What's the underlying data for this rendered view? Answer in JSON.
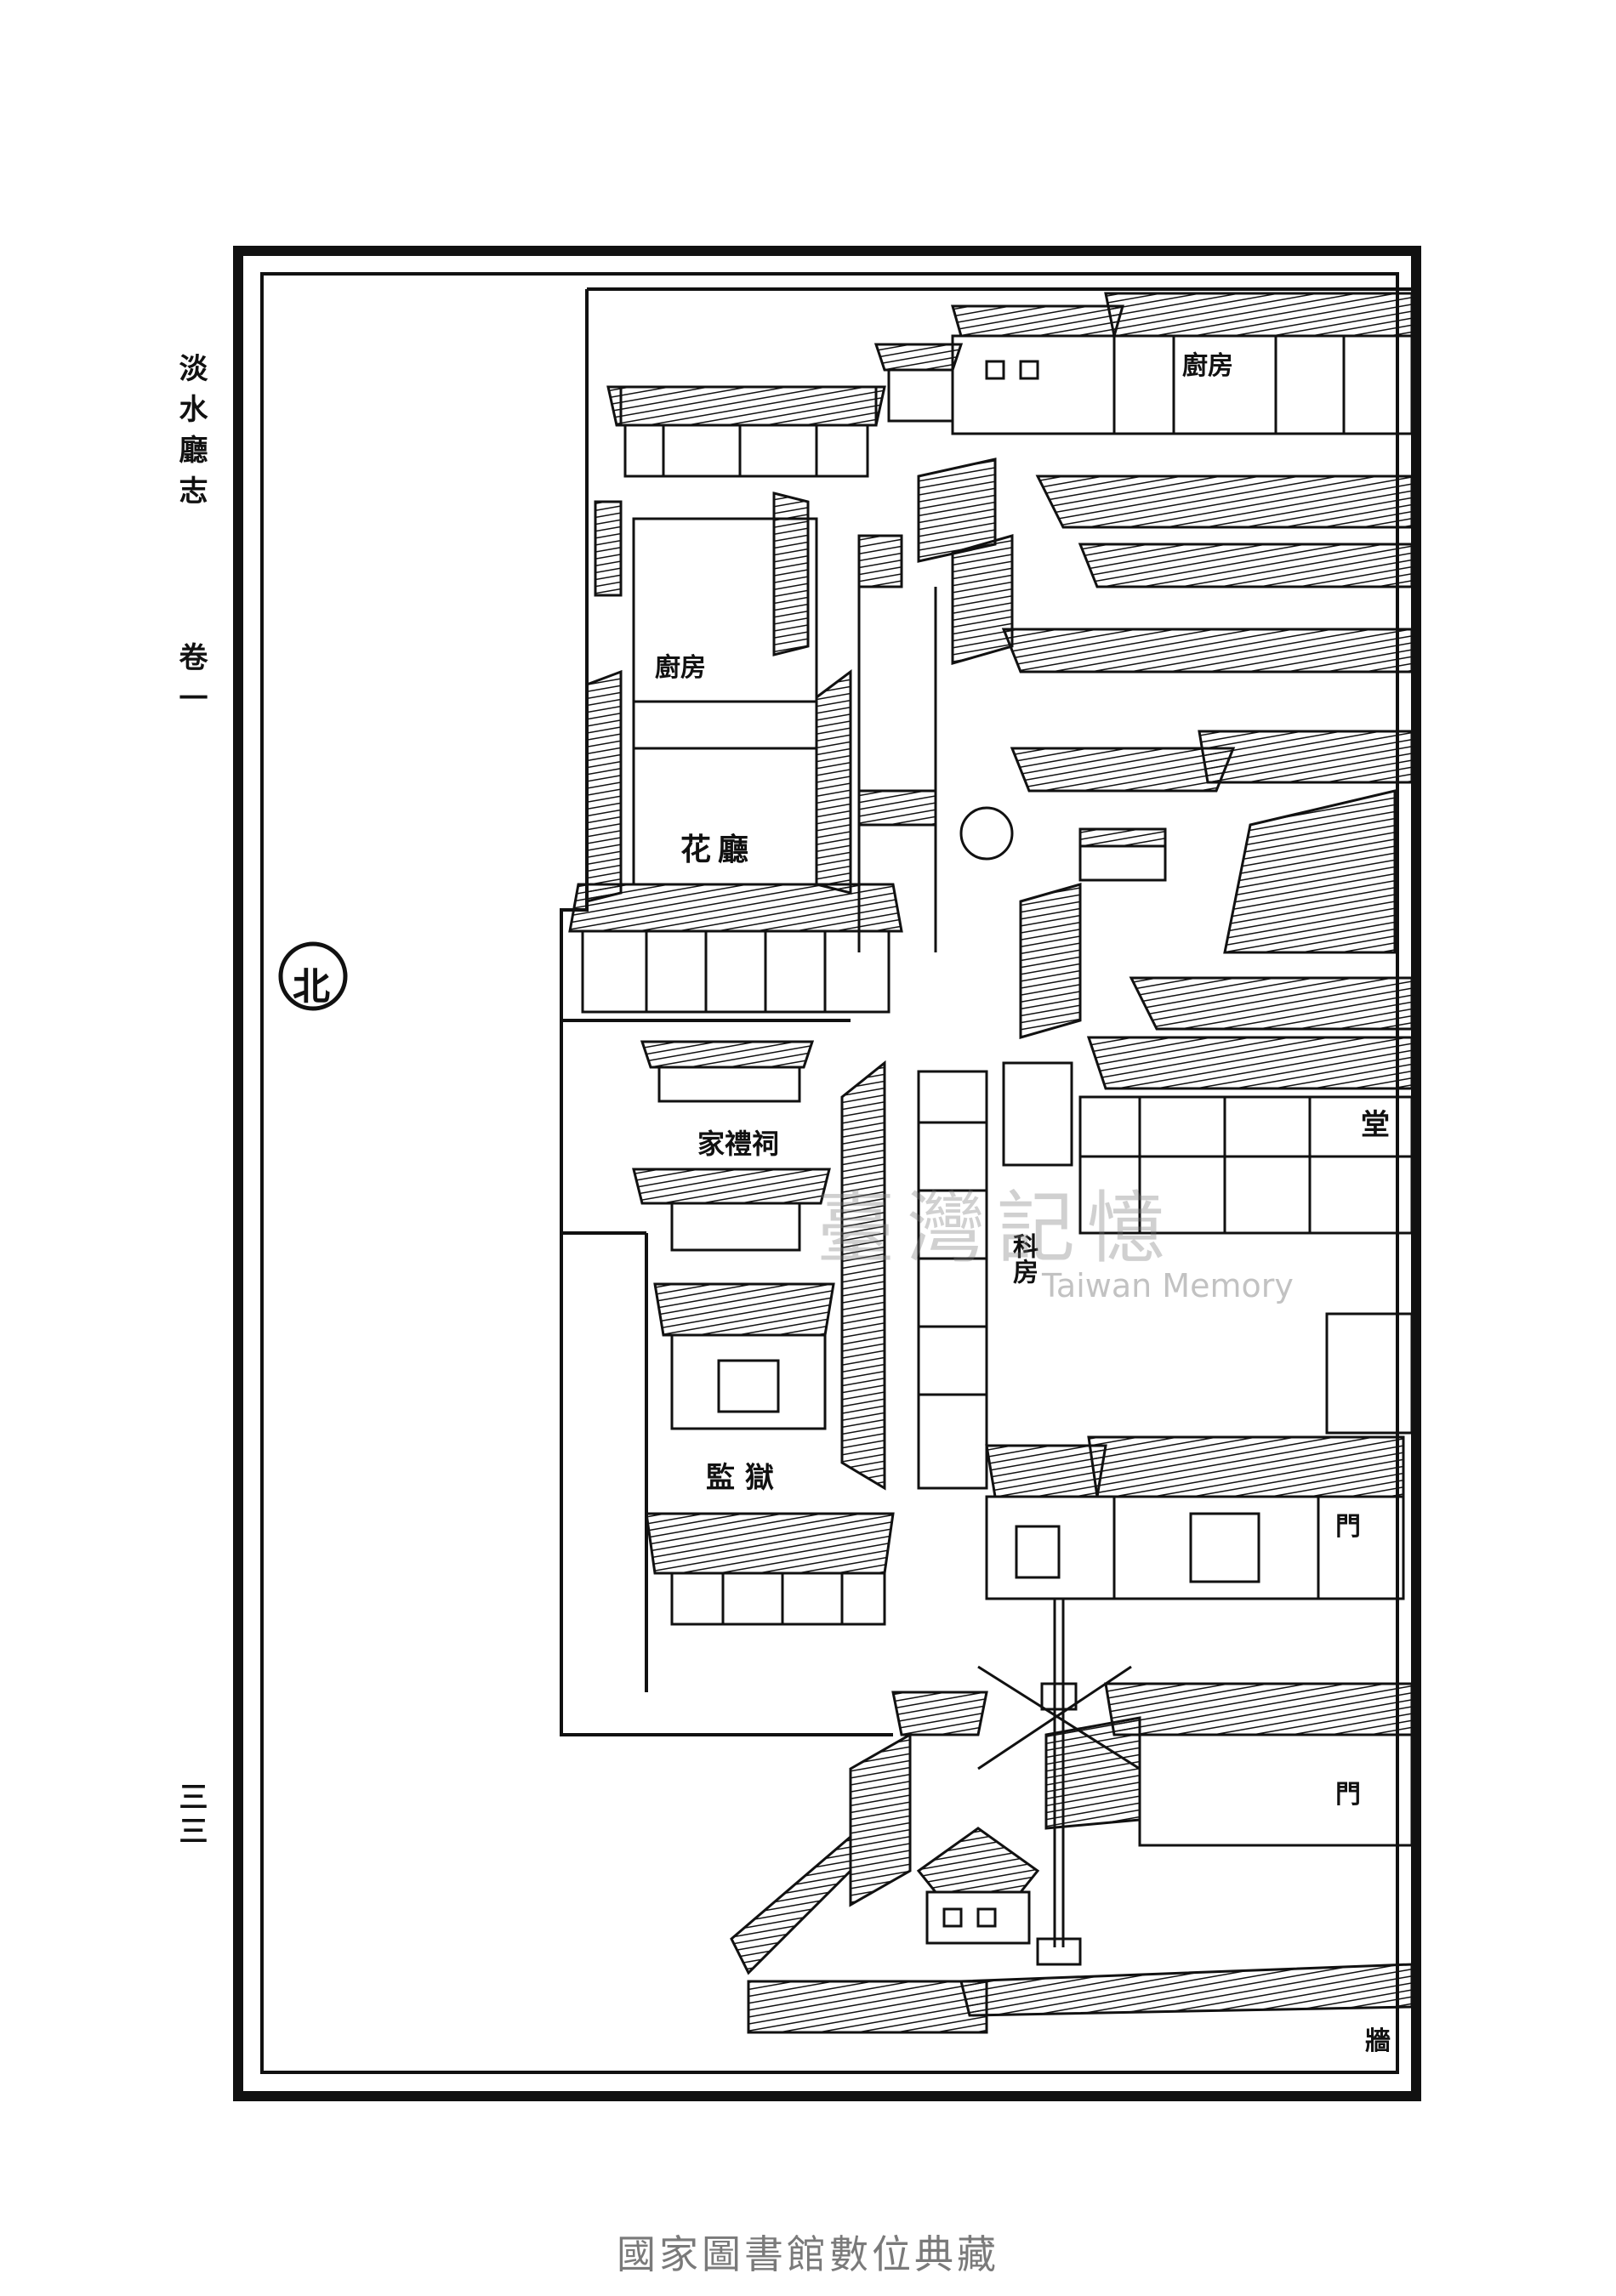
{
  "margin": {
    "book_title": "淡水廳志",
    "volume": "卷一",
    "page_number": "三三"
  },
  "compass": {
    "direction": "北"
  },
  "map_labels": {
    "kitchen_top": "廚房",
    "clerk_room": "廚房",
    "flower_hall": "花廳",
    "family_shrine": "家禮祠",
    "prison": "監獄",
    "side_room": "科房",
    "hall": "堂",
    "gate_inner": "門",
    "gate_outer": "門",
    "wall": "牆"
  },
  "watermark": {
    "chinese": "臺灣記憶",
    "english": "Taiwan Memory"
  },
  "footer": {
    "library_credit": "國家圖書館數位典藏"
  },
  "colors": {
    "ink": "#111111",
    "paper": "#ffffff",
    "footer_gray": "#7a7a7a"
  }
}
